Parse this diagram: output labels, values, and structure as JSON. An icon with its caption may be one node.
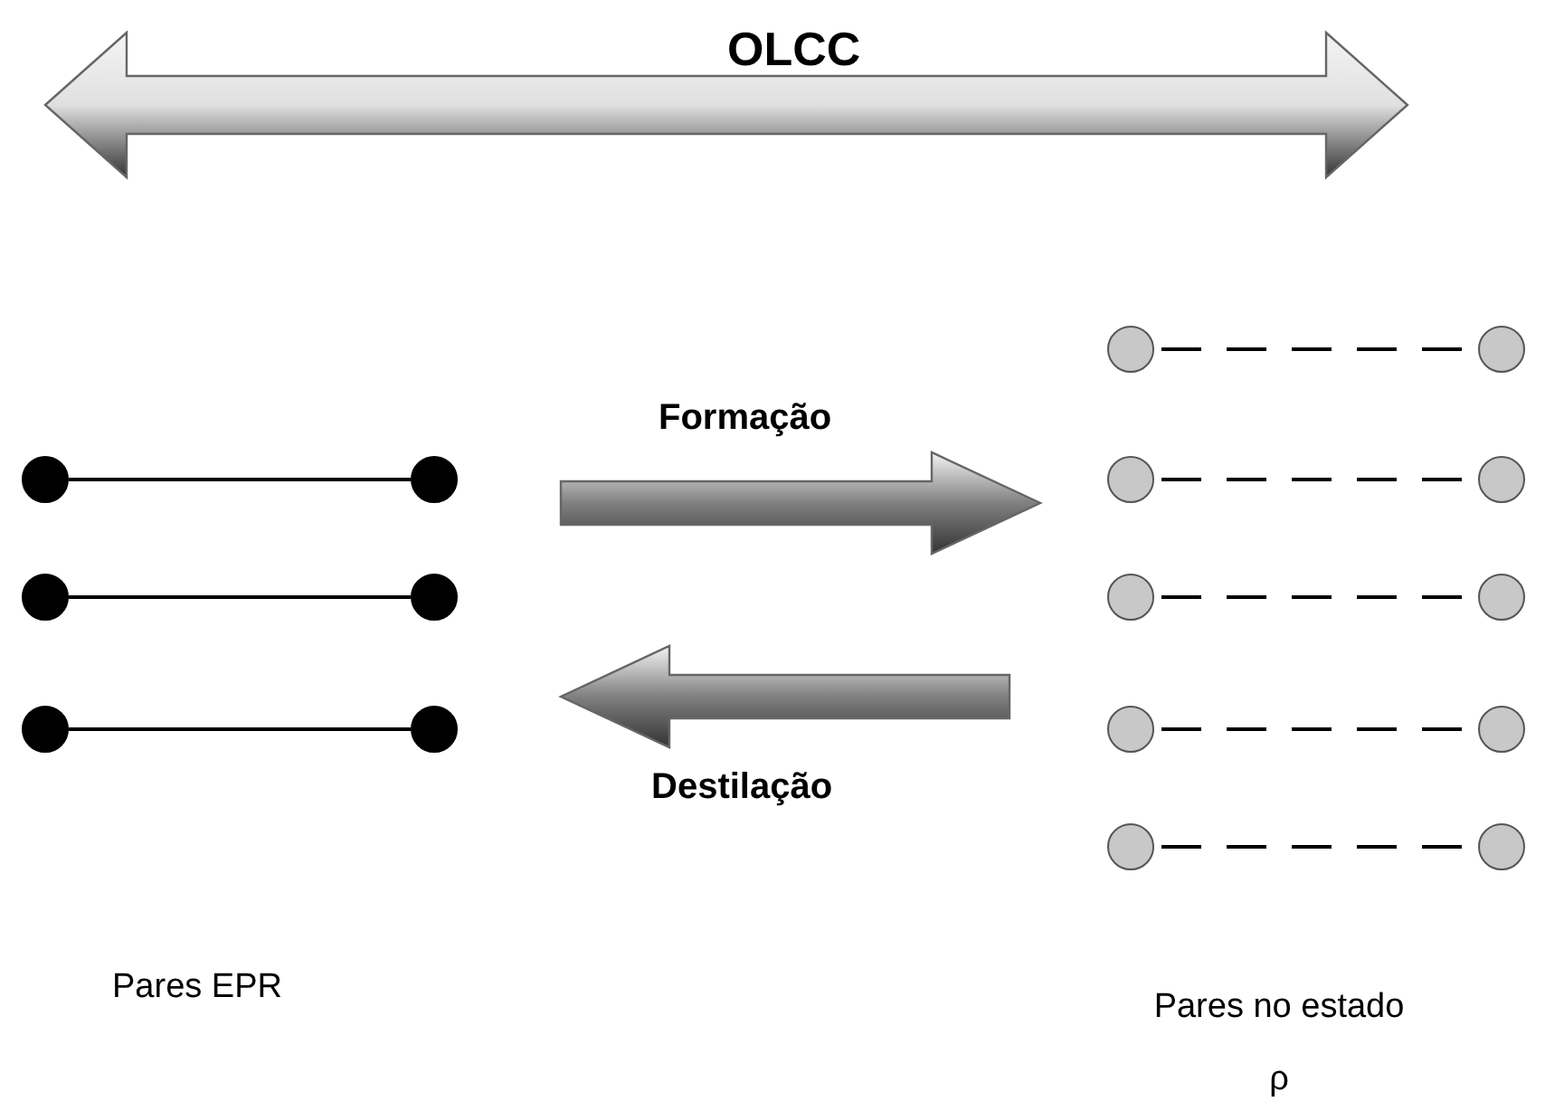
{
  "diagram": {
    "nodes": [
      {
        "text": [],
        "shape": "circle"
      },
      {
        "text": [],
        "shape": "circle"
      },
      {
        "text": [],
        "shape": "circle"
      },
      {
        "text": [],
        "shape": "circle"
      },
      {
        "text": [],
        "shape": "circle"
      },
      {
        "text": [],
        "shape": "circle"
      },
      {
        "text": [],
        "shape": "circle"
      },
      {
        "text": [],
        "shape": "circle"
      },
      {
        "text": [],
        "shape": "circle"
      },
      {
        "text": [],
        "shape": "circle"
      },
      {
        "text": [],
        "shape": "circle"
      },
      {
        "text": [],
        "shape": "circle"
      },
      {
        "text": [],
        "shape": "circle"
      },
      {
        "text": [],
        "shape": "circle"
      },
      {
        "text": [],
        "shape": "circle"
      },
      {
        "text": [],
        "shape": "circle"
      }
    ],
    "edges": [
      {
        "from": 6,
        "to": 7,
        "arrow": "none",
        "style": "dashed"
      },
      {
        "from": 0,
        "to": 1,
        "arrow": "none"
      },
      {
        "from": 8,
        "to": 9,
        "arrow": "none",
        "style": "dashed"
      },
      {
        "from": 2,
        "to": 3,
        "arrow": "none"
      },
      {
        "from": 10,
        "to": 11,
        "arrow": "none",
        "style": "dashed"
      },
      {
        "from": 4,
        "to": 5,
        "arrow": "none"
      },
      {
        "from": 12,
        "to": 13,
        "arrow": "none",
        "style": "dashed"
      },
      {
        "from": 14,
        "to": 15,
        "arrow": "none",
        "style": "dashed"
      }
    ],
    "labels": [
      "OLCC",
      "Formação",
      "Destilação",
      "Pares EPR",
      "Pares no estado ρ"
    ]
  }
}
